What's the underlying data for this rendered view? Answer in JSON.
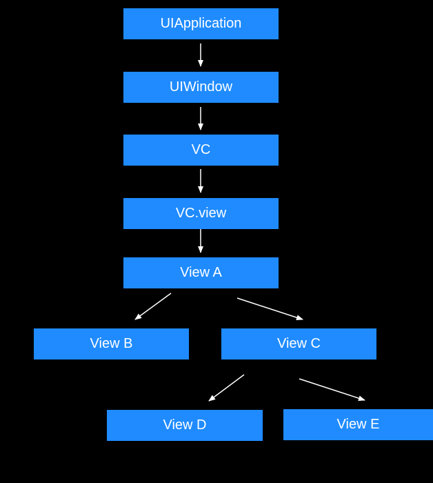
{
  "colors": {
    "background": "#000000",
    "node_fill": "#1f8bff",
    "node_text": "#ffffff",
    "edge": "#ffffff"
  },
  "nodes": {
    "uiapplication": "UIApplication",
    "uiwindow": "UIWindow",
    "vc": "VC",
    "vc_view": "VC.view",
    "view_a": "View A",
    "view_b": "View B",
    "view_c": "View C",
    "view_d": "View D",
    "view_e": "View E"
  },
  "edges": [
    {
      "from": "UIApplication",
      "to": "UIWindow"
    },
    {
      "from": "UIWindow",
      "to": "VC"
    },
    {
      "from": "VC",
      "to": "VC.view"
    },
    {
      "from": "VC.view",
      "to": "View A"
    },
    {
      "from": "View A",
      "to": "View B"
    },
    {
      "from": "View A",
      "to": "View C"
    },
    {
      "from": "View C",
      "to": "View D"
    },
    {
      "from": "View C",
      "to": "View E"
    }
  ]
}
